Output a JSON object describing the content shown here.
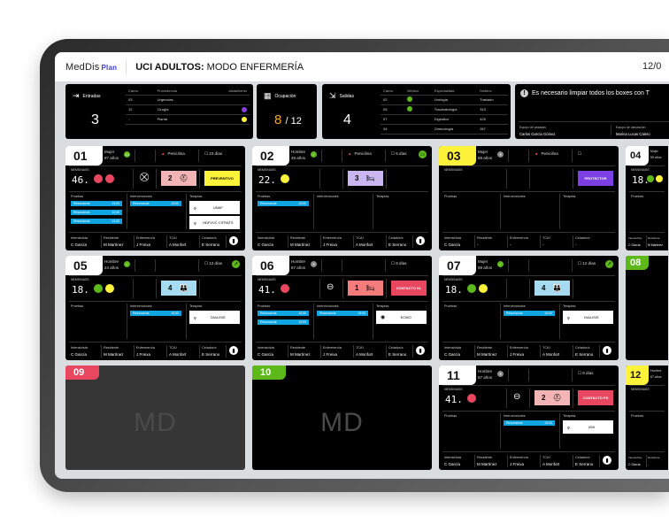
{
  "header": {
    "logo": "MedDis",
    "logo_suffix": "Plan",
    "title_bold": "UCI ADULTOS:",
    "title_rest": "MODO ENFERMERÍA",
    "date": "12/0"
  },
  "entradas": {
    "label": "Entradas",
    "count": "3",
    "columns": [
      "Cama",
      "Procedencia",
      "Aislamiento"
    ],
    "rows": [
      {
        "cama": "03",
        "proc": "Urgencias",
        "color": ""
      },
      {
        "cama": "12",
        "proc": "Cirugía",
        "color": "#8a3ee0"
      },
      {
        "cama": "-",
        "proc": "Planta",
        "color": "#fff23a"
      }
    ]
  },
  "ocupacion": {
    "label": "Ocupación",
    "value": "8",
    "total": "/ 12"
  },
  "salidas": {
    "label": "Salidas",
    "count": "4",
    "columns": [
      "Cama",
      "Médico",
      "Especialidad",
      "Destino"
    ],
    "rows": [
      {
        "cama": "02",
        "medico": true,
        "esp": "Urología",
        "dest": "Traslado"
      },
      {
        "cama": "05",
        "medico": true,
        "esp": "Traumatología",
        "dest": "313"
      },
      {
        "cama": "07",
        "medico": false,
        "esp": "Digestivo",
        "dest": "425"
      },
      {
        "cama": "04",
        "medico": false,
        "esp": "Ginecología",
        "dest": "267"
      }
    ]
  },
  "notice": {
    "text": "Es necesario limpiar todos los boxes con T",
    "team1_label": "Equipo de pasadas",
    "team1": "Carlos García Gómez",
    "team2_label": "Equipo de canulación",
    "team2": "Marina Lucas Calero"
  },
  "labels": {
    "nems": "NEMS/NASS",
    "pruebas": "Pruebas",
    "intervenciones": "Intervenciones",
    "terapias": "Terapias",
    "staff": [
      "Intensivista",
      "Residente",
      "Enfermero/a",
      "TCAI",
      "Celador/a"
    ],
    "md": "MD"
  },
  "colors": {
    "green": "#5cb919",
    "yellow": "#fff23a",
    "red": "#e8475f",
    "purple": "#7b3fe4",
    "blue": "#0ea5e0"
  },
  "cards": [
    {
      "num": "01",
      "tab": "#ffffff",
      "sex": "Mujer",
      "age": "87 años",
      "status": "24",
      "status_color": "#5cb919",
      "allergy": "Penicilina",
      "days": "23 días",
      "nems": "46",
      "dots": [
        "#e8475f",
        "#e8475f"
      ],
      "iso": "isolation-icon",
      "bed": {
        "n": "2",
        "bg": "#f2b4b4",
        "icon": "person-bed-icon"
      },
      "prec": {
        "label": "PREVENTIVO",
        "bg": "#fff23a",
        "fg": "#000"
      },
      "pruebas": [
        [
          "Resonancia",
          "13:00"
        ],
        [
          "Resonancia",
          "13:00"
        ],
        [
          "Resonancia",
          "13:00"
        ]
      ],
      "interv": [
        [
          "Resonancia",
          "13:00"
        ]
      ],
      "terapias": [
        "UNAF",
        "HDFVVC CITRATS"
      ],
      "staff": [
        "C García",
        "M Martínez",
        "J Freixa",
        "A Monfort",
        "E Serrano"
      ],
      "chart": true
    },
    {
      "num": "02",
      "tab": "#ffffff",
      "sex": "Hombre",
      "age": "49 años",
      "status": "✓",
      "status_color": "#5cb919",
      "allergy": "Penicilina",
      "days": "5 días",
      "right": "bed-transfer-icon",
      "nems": "22",
      "dots": [
        "#fff23a"
      ],
      "bed": {
        "n": "3",
        "bg": "#c9b6f0",
        "icon": "bed-icon"
      },
      "pruebas": [
        [
          "Resonancia",
          "13:00"
        ]
      ],
      "interv": [],
      "terapias": [],
      "staff": [
        "C García",
        "M Martínez",
        "J Freixa",
        "A Monfort",
        "E Serrano"
      ],
      "chart": true
    },
    {
      "num": "03",
      "tab": "#fff23a",
      "sex": "Mujer",
      "age": "59 años",
      "status": "✕",
      "status_color": "#888888",
      "allergy": "Penicilina",
      "days": "",
      "nems": "",
      "dots": [],
      "prec": {
        "label": "PROTECTOR",
        "bg": "#7b3fe4",
        "fg": "#fff"
      },
      "pruebas": [],
      "interv": [],
      "terapias": [],
      "staff": [
        "C García",
        "-",
        "-",
        "-",
        "-"
      ],
      "chart": false
    },
    {
      "num": "04",
      "tab": "#ffffff",
      "sex": "Mujer",
      "age": "59 años",
      "status": "",
      "nems": "18",
      "dots": [
        "#5cb919",
        "#fff23a"
      ],
      "pruebas": [],
      "interv": [],
      "terapias": [],
      "staff": [
        "C García",
        "M Martínez",
        "",
        "",
        ""
      ],
      "partial": true
    },
    {
      "num": "05",
      "tab": "#ffffff",
      "sex": "Hombre",
      "age": "24 años",
      "status": "✓",
      "status_color": "#5cb919",
      "allergy": "",
      "days": "12 días",
      "right": "arrow-up-right-icon",
      "nems": "18",
      "dots": [
        "#5cb919",
        "#fff23a"
      ],
      "bed": {
        "n": "4",
        "bg": "#a6daf0",
        "icon": "family-icon"
      },
      "pruebas": [],
      "interv": [
        [
          "Resonancia",
          "13:00"
        ]
      ],
      "terapias": [
        "DIALISIS"
      ],
      "staff": [
        "C García",
        "M Martínez",
        "J Freixa",
        "A Monfort",
        "E Serrano"
      ],
      "chart": true
    },
    {
      "num": "06",
      "tab": "#ffffff",
      "sex": "Hombre",
      "age": "67 años",
      "status": "✕",
      "status_color": "#888888",
      "allergy": "",
      "days": "8 días",
      "nems": "41",
      "dots": [
        "#e8475f"
      ],
      "iso": "circle-minus-icon",
      "bed": {
        "n": "1",
        "bg": "#f47c7c",
        "icon": "bed-icon"
      },
      "prec": {
        "label": "CONTACTO KL",
        "bg": "#e8475f",
        "fg": "#fff"
      },
      "pruebas": [
        [
          "Resonancia",
          "13:00"
        ],
        [
          "Resonancia",
          "13:00"
        ]
      ],
      "interv": [
        [
          "Resonancia",
          "13:00"
        ]
      ],
      "terapias": [
        "ECMO"
      ],
      "staff": [
        "C García",
        "M Martínez",
        "J Freixa",
        "A Monfort",
        "E Serrano"
      ],
      "chart": true
    },
    {
      "num": "07",
      "tab": "#ffffff",
      "sex": "Mujer",
      "age": "59 años",
      "status": "✓",
      "status_color": "#5cb919",
      "allergy": "",
      "days": "12 días",
      "right": "arrow-up-right-icon",
      "nems": "18",
      "dots": [
        "#5cb919",
        "#fff23a"
      ],
      "bed": {
        "n": "4",
        "bg": "#a6daf0",
        "icon": "family-icon"
      },
      "pruebas": [],
      "interv": [
        [
          "Resonancia",
          "13:00"
        ]
      ],
      "terapias": [
        "DIALISIS"
      ],
      "staff": [
        "C García",
        "M Martínez",
        "J Freixa",
        "A Monfort",
        "E Serrano"
      ],
      "chart": true
    },
    {
      "num": "08",
      "tab": "#5cb919",
      "empty": "black"
    },
    {
      "num": "09",
      "tab": "#e8475f",
      "empty": "gray"
    },
    {
      "num": "10",
      "tab": "#5cb919",
      "empty": "black_logo"
    },
    {
      "num": "11",
      "tab": "#ffffff",
      "sex": "Hombre",
      "age": "67 años",
      "status": "✕",
      "status_color": "#888888",
      "allergy": "",
      "days": "8 días",
      "nems": "41",
      "dots": [
        "#e8475f"
      ],
      "iso": "circle-minus-icon",
      "bed": {
        "n": "2",
        "bg": "#f2b4b4",
        "icon": "person-bed-icon"
      },
      "prec": {
        "label": "CONTACTO PS",
        "bg": "#e8475f",
        "fg": "#fff"
      },
      "pruebas": [],
      "interv": [
        [
          "Resonancia",
          "13:00"
        ]
      ],
      "terapias": [
        "VMI"
      ],
      "staff": [
        "C García",
        "M Martínez",
        "J Freixa",
        "A Monfort",
        "E Serrano"
      ],
      "chart": true
    },
    {
      "num": "12",
      "tab": "#fff23a",
      "sex": "Hombre",
      "age": "87 años",
      "status": "",
      "nems": "",
      "dots": [],
      "pruebas": [],
      "interv": [],
      "terapias": [],
      "staff": [
        "C García",
        "-",
        "",
        "",
        ""
      ],
      "partial": true
    }
  ]
}
